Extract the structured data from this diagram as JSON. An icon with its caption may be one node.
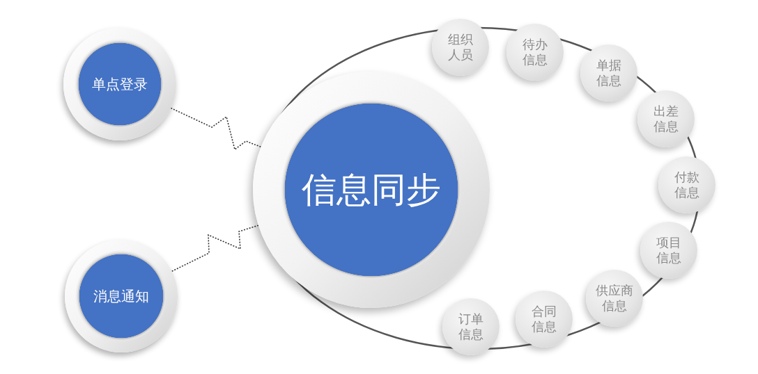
{
  "diagram": {
    "nodes": [
      {
        "text": [
          "单点登录"
        ]
      },
      {
        "text": [
          "消息通知"
        ]
      },
      {
        "text": [
          "信息同步"
        ]
      },
      {
        "text": [
          "组织人员"
        ]
      },
      {
        "text": [
          "待办信息"
        ]
      },
      {
        "text": [
          "单据信息"
        ]
      },
      {
        "text": [
          "出差信息"
        ]
      },
      {
        "text": [
          "付款信息"
        ]
      },
      {
        "text": [
          "项目信息"
        ]
      },
      {
        "text": [
          "供应商信息"
        ]
      },
      {
        "text": [
          "合同信息"
        ]
      },
      {
        "text": [
          "订单信息"
        ]
      }
    ],
    "edges": [
      {
        "from": 0,
        "to": 2,
        "arrow": "none",
        "style": "dashed"
      },
      {
        "from": 1,
        "to": 2,
        "arrow": "none",
        "style": "dashed"
      }
    ]
  }
}
